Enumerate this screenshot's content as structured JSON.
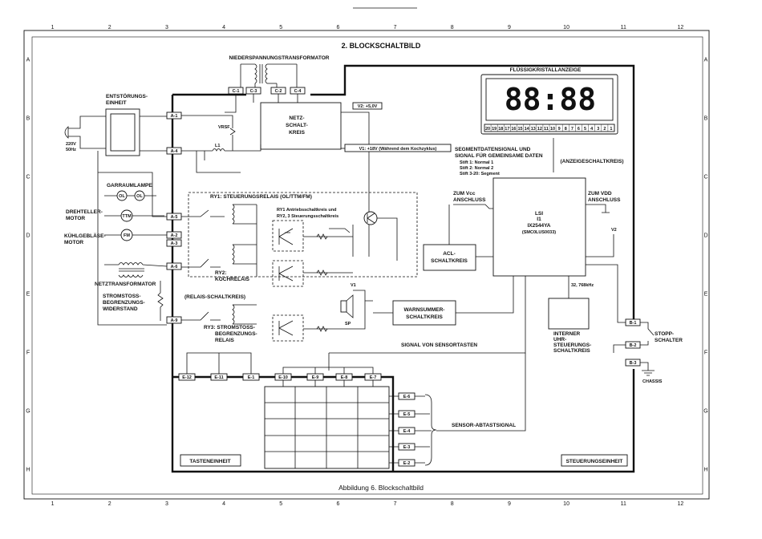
{
  "header": {
    "title": "2. BLOCKSCHALTBILD"
  },
  "caption": "Abbildung 6.  Blockschaltbild",
  "grid": {
    "cols": [
      "1",
      "2",
      "3",
      "4",
      "5",
      "6",
      "7",
      "8",
      "9",
      "10",
      "11",
      "12"
    ],
    "rows": [
      "A",
      "B",
      "C",
      "D",
      "E",
      "F",
      "G",
      "H"
    ]
  },
  "labels": {
    "transformer_low": "NIEDERSPANNUNGSTRANSFORMATOR",
    "lcd_title": "FLÜSSIGKRISTALLANZEIGE",
    "lcd_digits": "88:88",
    "entstoerung_1": "ENTSTÖRUNGS-",
    "entstoerung_2": "EINHEIT",
    "mains_1": "220V",
    "mains_2": "50Hz",
    "netz_1": "NETZ-",
    "netz_2": "SCHALT-",
    "netz_3": "KREIS",
    "v2": "V2: +5,0V",
    "v1": "V1: +18V (Während dem Kochzyklus)",
    "vrsf": "VRSF",
    "l1": "L1",
    "seg_1": "SEGMENTDATENSIGNAL UND",
    "seg_2": "SIGNAL FÜR GEMEINSAME DATEN",
    "stift_1": "Stift 1: Normal 1",
    "stift_2": "Stift 2: Normal 2",
    "stift_3": "Stift 3-20: Segment",
    "anzeige": "(ANZEIGESCHALTKREIS)",
    "garraum": "GARRAUMLAMPE",
    "ry1": "RY1: STEUERUNGSRELAIS (OL/TTM/FM)",
    "zum_vcc_1": "ZUM Vcc",
    "zum_vcc_2": "ANSCHLUSS",
    "zum_vdd_1": "ZUM VDD",
    "zum_vdd_2": "ANSCHLUSS",
    "drehteller_1": "DREHTELLER-",
    "drehteller_2": "MOTOR",
    "ry1_drive_1": "RY1  Antriebsschaltkreis und",
    "ry1_drive_2": "RY2, 3  Steuerungsschaltkreis",
    "ls1_1": "LSI",
    "ls1_2": "IX2544YA",
    "ls1_3": "(SMC0LUS0033)",
    "ic1": "I1",
    "kuehl_1": "KÜHLGEBLÄSE-",
    "kuehl_2": "MOTOR",
    "acl_1": "ACL-",
    "acl_2": "SCHALTKREIS",
    "ry2_1": "RY2:",
    "ry2_2": "KOCHRELAIS",
    "netztrafo": "NETZTRANSFORMATOR",
    "strom_1": "STROMSTOSS-",
    "strom_2": "BEGRENZUNGS-",
    "strom_3": "WIDERSTAND",
    "relais": "(RELAIS-SCHALTKREIS)",
    "freq": "32, 768kHz",
    "warn_1": "WARNSUMMER-",
    "warn_2": "SCHALTKREIS",
    "ry3_1": "RY3: STROMSTOSS-",
    "ry3_2": "BEGRENZUNGS-",
    "ry3_3": "RELAIS",
    "sp": "SP",
    "v1s": "V1",
    "v2s": "V2",
    "uhr_1": "INTERNER",
    "uhr_2": "UHR-",
    "uhr_3": "STEUERUNGS-",
    "uhr_4": "SCHALTKREIS",
    "stopp_1": "STOPP-",
    "stopp_2": "SCHALTER",
    "chassis": "CHASSIS",
    "sensor_tasten": "SIGNAL VON SENSORTASTEN",
    "sensor_abtast": "SENSOR-ABTASTSIGNAL",
    "tasten": "TASTENEINHEIT",
    "steuerung": "STEUERUNGSEINHEIT",
    "ol": "OL",
    "ttm": "TTM",
    "fm": "FM"
  },
  "connectors": {
    "c1": "C-1",
    "c2": "C-2",
    "c3": "C-3",
    "c4": "C-4",
    "a1": "A-1",
    "a4": "A-4",
    "a5": "A-5",
    "a2": "A-2",
    "a3": "A-3",
    "a6": "A-6",
    "a9": "A-9",
    "e12": "E-12",
    "e11": "E-11",
    "e1": "E-1",
    "e10": "E-10",
    "e9": "E-9",
    "e8": "E-8",
    "e7": "E-7",
    "e6": "E-6",
    "e5": "E-5",
    "e4": "E-4",
    "e3": "E-3",
    "e2": "E-2",
    "b1": "B-1",
    "b2": "B-2",
    "b3": "B-3"
  },
  "lcd_pins": [
    "20",
    "19",
    "18",
    "17",
    "16",
    "15",
    "14",
    "13",
    "12",
    "11",
    "10",
    "9",
    "8",
    "7",
    "6",
    "5",
    "4",
    "3",
    "2",
    "1"
  ]
}
